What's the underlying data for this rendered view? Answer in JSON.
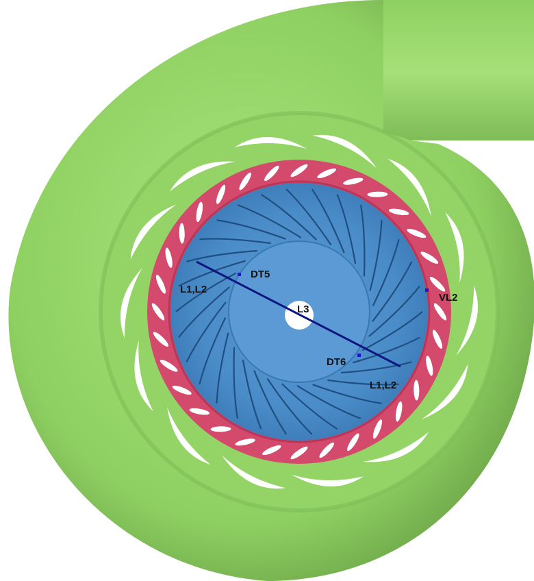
{
  "labels": {
    "l1l2_top": "L1,L2",
    "dt5": "DT5",
    "l3": "L3",
    "vl2": "VL2",
    "dt6": "DT6",
    "l1l2_bottom": "L1,L2"
  },
  "colors": {
    "volute": "#9ad96c",
    "volute_shade": "#6fa84a",
    "diffuser_ring": "#d44a6c",
    "runner": "#4a8cc8",
    "runner_dark": "#2e6aa4",
    "hub": "#5b9ad4",
    "probe_line": "#0d1580",
    "probe_point": "#1a1acc",
    "background": "#ffffff"
  },
  "counts": {
    "stay_vanes": 14,
    "guide_vanes": 32,
    "runner_blades": 30
  }
}
